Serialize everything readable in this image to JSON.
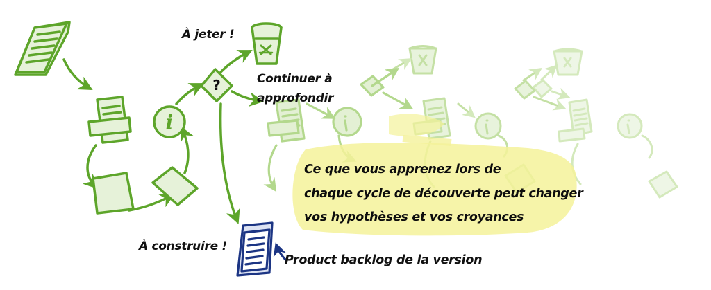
{
  "labels": {
    "discard": "À jeter !",
    "continue_line1": "Continuer à",
    "continue_line2": "approfondir",
    "note_line1": "Ce que vous apprenez lors de",
    "note_line2": "chaque cycle de découverte peut changer",
    "note_line3": "vos hypothèses et vos croyances",
    "build": "À construire !",
    "backlog": "Product backlog de la version"
  },
  "icons": {
    "question_mark": "?",
    "info": "i"
  },
  "colors": {
    "primary_green": "#5da52a",
    "faded_green_1": "#b3d88d",
    "faded_green_2": "#d4e9bc",
    "highlight_yellow": "#f4f29a",
    "backlog_blue": "#1c3584",
    "text": "#111111"
  }
}
